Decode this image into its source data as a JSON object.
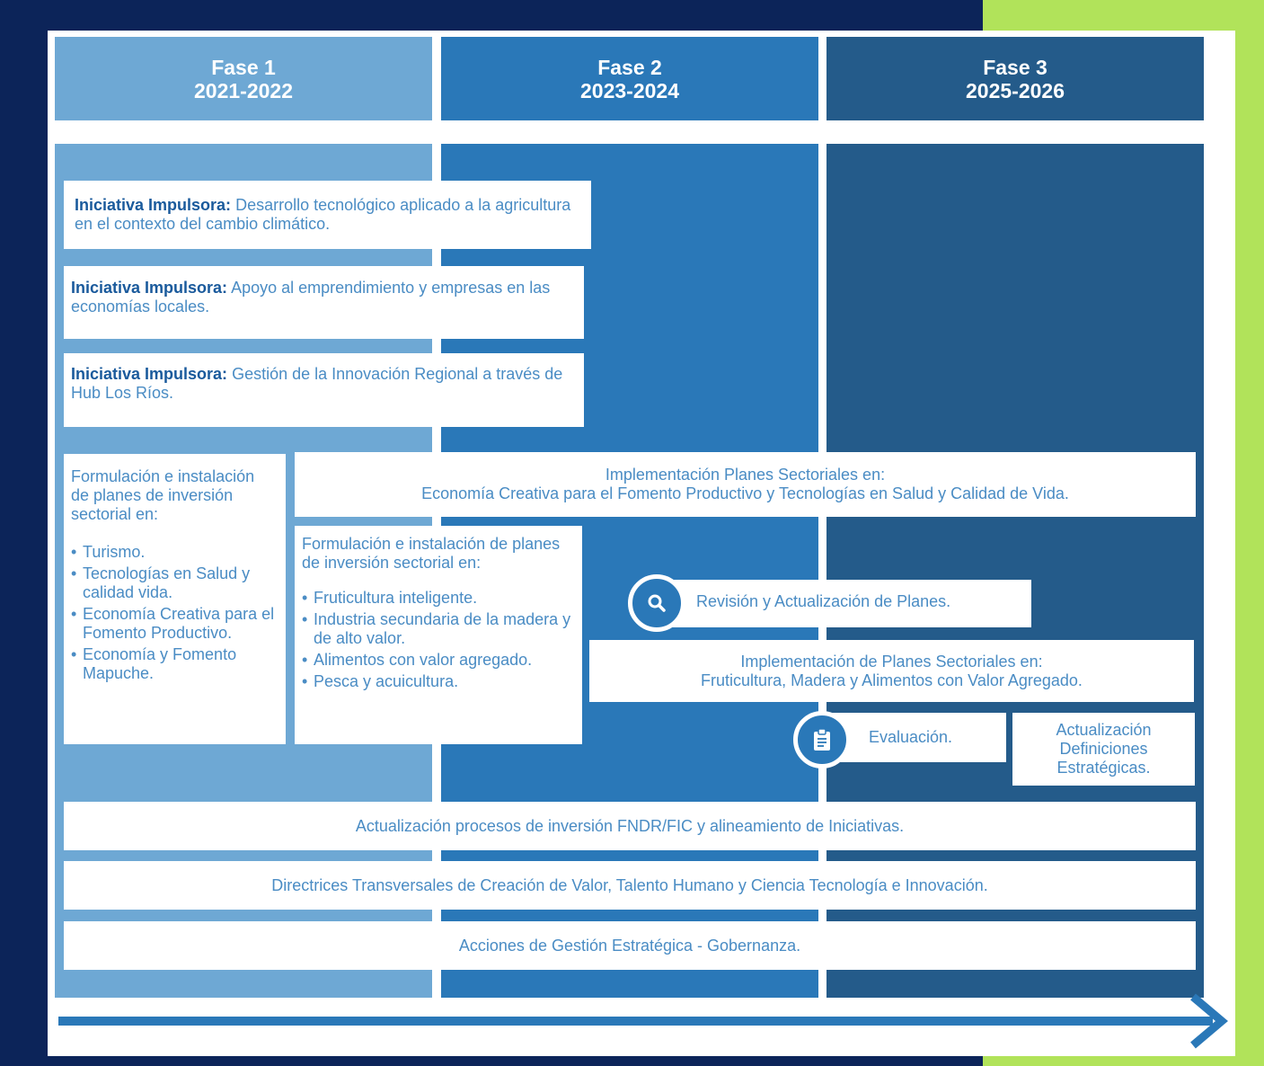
{
  "phases": [
    {
      "name": "Fase 1",
      "years": "2021-2022"
    },
    {
      "name": "Fase 2",
      "years": "2023-2024"
    },
    {
      "name": "Fase 3",
      "years": "2025-2026"
    }
  ],
  "colors": {
    "phase1": "#6ea8d4",
    "phase2": "#2a78b8",
    "phase3": "#245b8a",
    "text": "#4a8cc4",
    "text_bold": "#1a5a9c",
    "frame_navy": "#0c2459",
    "frame_green": "#b1e35a"
  },
  "initiatives": [
    {
      "label": "Iniciativa Impulsora:",
      "text": "Desarrollo tecnológico aplicado a la agricultura en el contexto del cambio climático."
    },
    {
      "label": "Iniciativa Impulsora:",
      "text": "Apoyo al emprendimiento y empresas en las economías locales."
    },
    {
      "label": "Iniciativa Impulsora:",
      "text": "Gestión de la Innovación Regional a través de Hub Los Ríos."
    }
  ],
  "formulation_1": {
    "heading": "Formulación e instalación de planes de inversión sectorial en:",
    "items": [
      "Turismo.",
      "Tecnologías en Salud y calidad vida.",
      "Economía Creativa para el Fomento Productivo.",
      "Economía y Fomento Mapuche."
    ]
  },
  "implementation_1": {
    "line1": "Implementación Planes Sectoriales en:",
    "line2": "Economía Creativa para el Fomento Productivo y Tecnologías en Salud y Calidad de Vida."
  },
  "formulation_2": {
    "heading": "Formulación e instalación de planes de inversión sectorial en:",
    "items": [
      "Fruticultura inteligente.",
      "Industria secundaria de la madera y de alto valor.",
      "Alimentos con valor agregado.",
      "Pesca y acuicultura."
    ]
  },
  "review": {
    "text": "Revisión y Actualización de Planes.",
    "icon": "search-icon"
  },
  "implementation_2": {
    "line1": "Implementación de Planes Sectoriales en:",
    "line2": "Fruticultura, Madera y Alimentos con Valor Agregado."
  },
  "evaluation": {
    "text": "Evaluación.",
    "icon": "clipboard-icon"
  },
  "update_definitions": "Actualización Definiciones Estratégicas.",
  "transversal": [
    "Actualización procesos de inversión FNDR/FIC y alineamiento de Iniciativas.",
    "Directrices Transversales de Creación de Valor, Talento Humano y Ciencia Tecnología e Innovación.",
    "Acciones de Gestión Estratégica - Gobernanza."
  ]
}
